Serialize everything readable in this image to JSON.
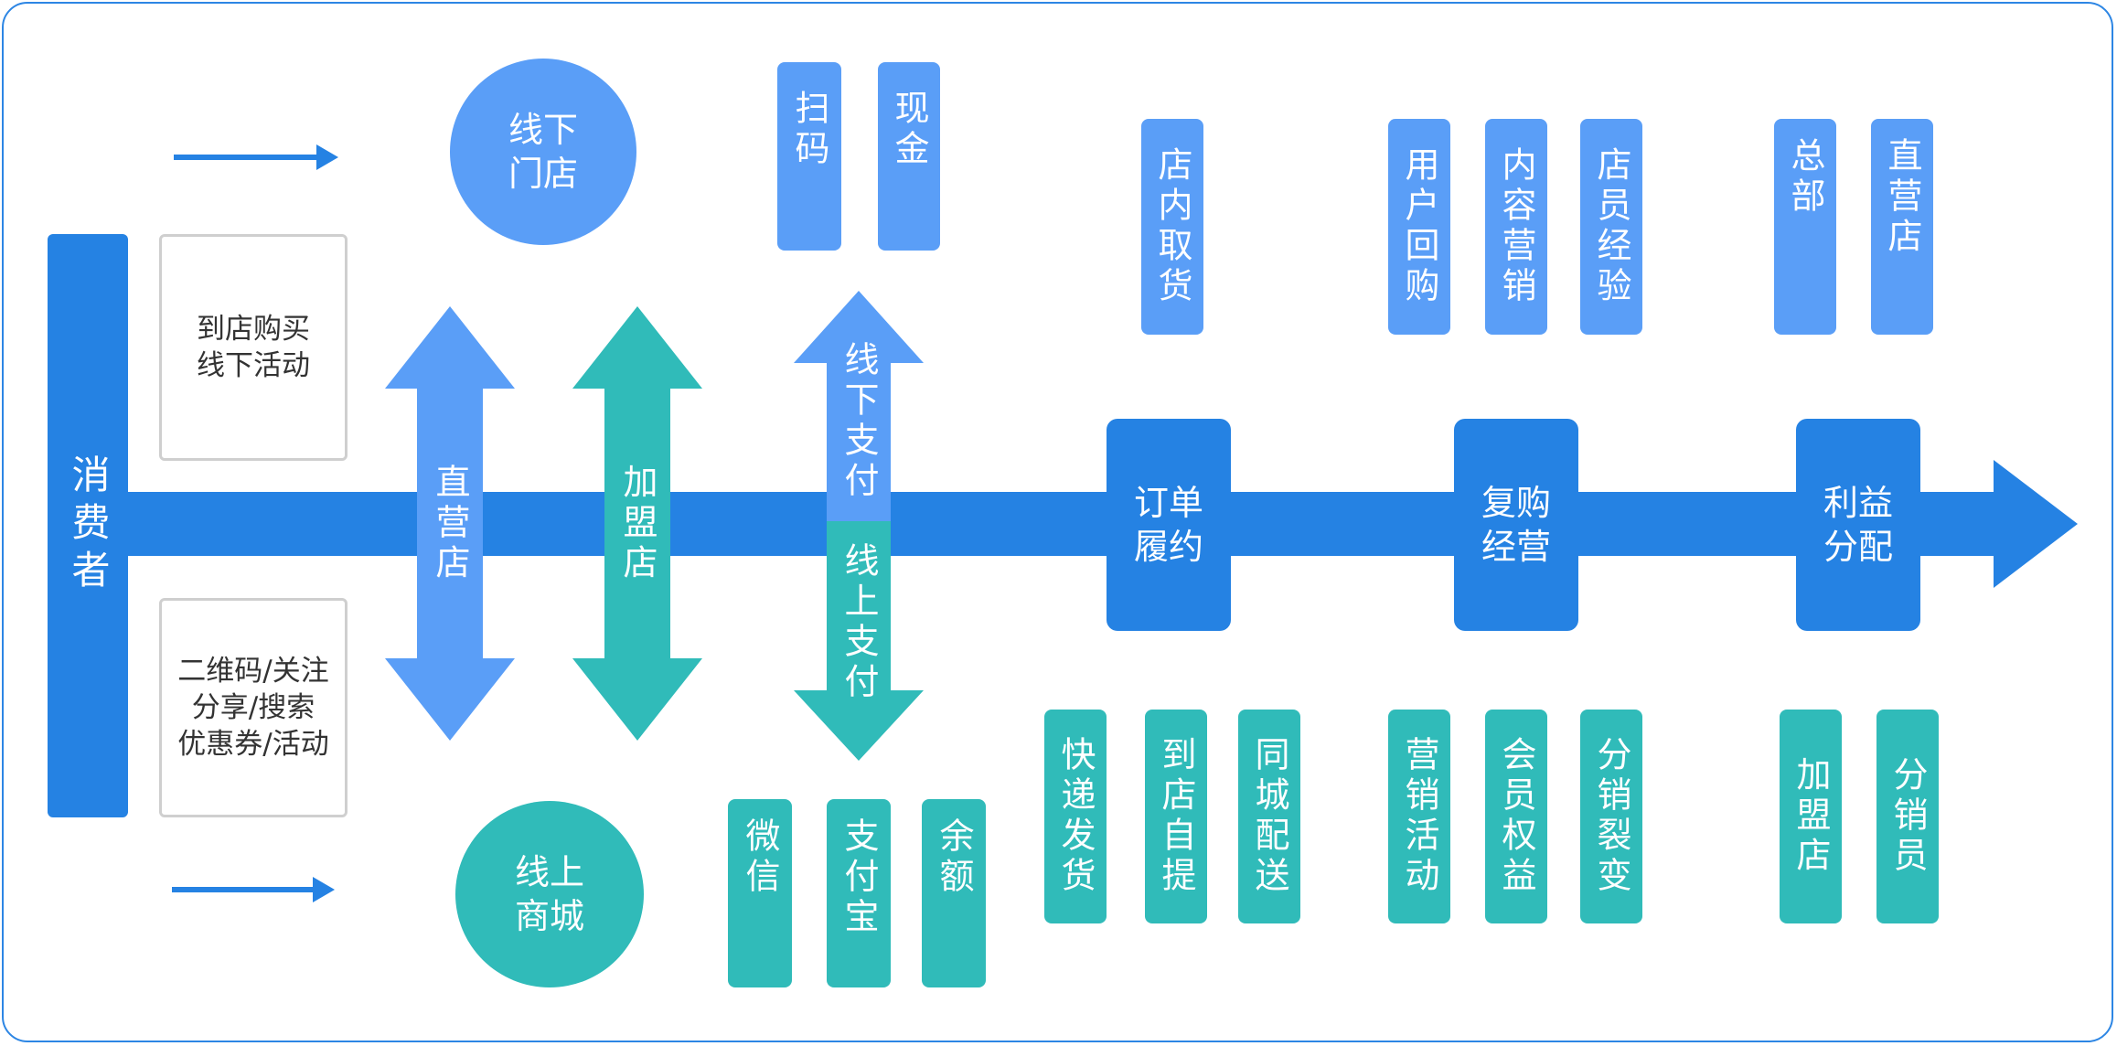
{
  "colors": {
    "main_blue": "#2582e3",
    "light_blue": "#5a9ef7",
    "teal": "#30bbb9",
    "border": "#2d86e4",
    "note_border": "#cfcfcf"
  },
  "consumer": "消费者",
  "entry_notes": {
    "offline": "到店购买\n线下活动",
    "online": "二维码/关注\n分享/搜索\n优惠券/活动"
  },
  "channels": {
    "offline": "线下\n门店",
    "online": "线上\n商城"
  },
  "store_types": {
    "direct": "直营店",
    "franchise": "加盟店"
  },
  "payment": {
    "offline_label": "线下支付",
    "online_label": "线上支付",
    "offline_methods": [
      "扫码",
      "现金"
    ],
    "online_methods": [
      "微信",
      "支付宝",
      "余额"
    ]
  },
  "stages": [
    {
      "label": "订单\n履约",
      "top": [
        "店内取货"
      ],
      "bottom": [
        "快递发货",
        "到店自提",
        "同城配送"
      ]
    },
    {
      "label": "复购\n经营",
      "top": [
        "用户回购",
        "内容营销",
        "店员经验"
      ],
      "bottom": [
        "营销活动",
        "会员权益",
        "分销裂变"
      ]
    },
    {
      "label": "利益\n分配",
      "top": [
        "总部",
        "直营店"
      ],
      "bottom": [
        "加盟店",
        "分销员"
      ]
    }
  ]
}
